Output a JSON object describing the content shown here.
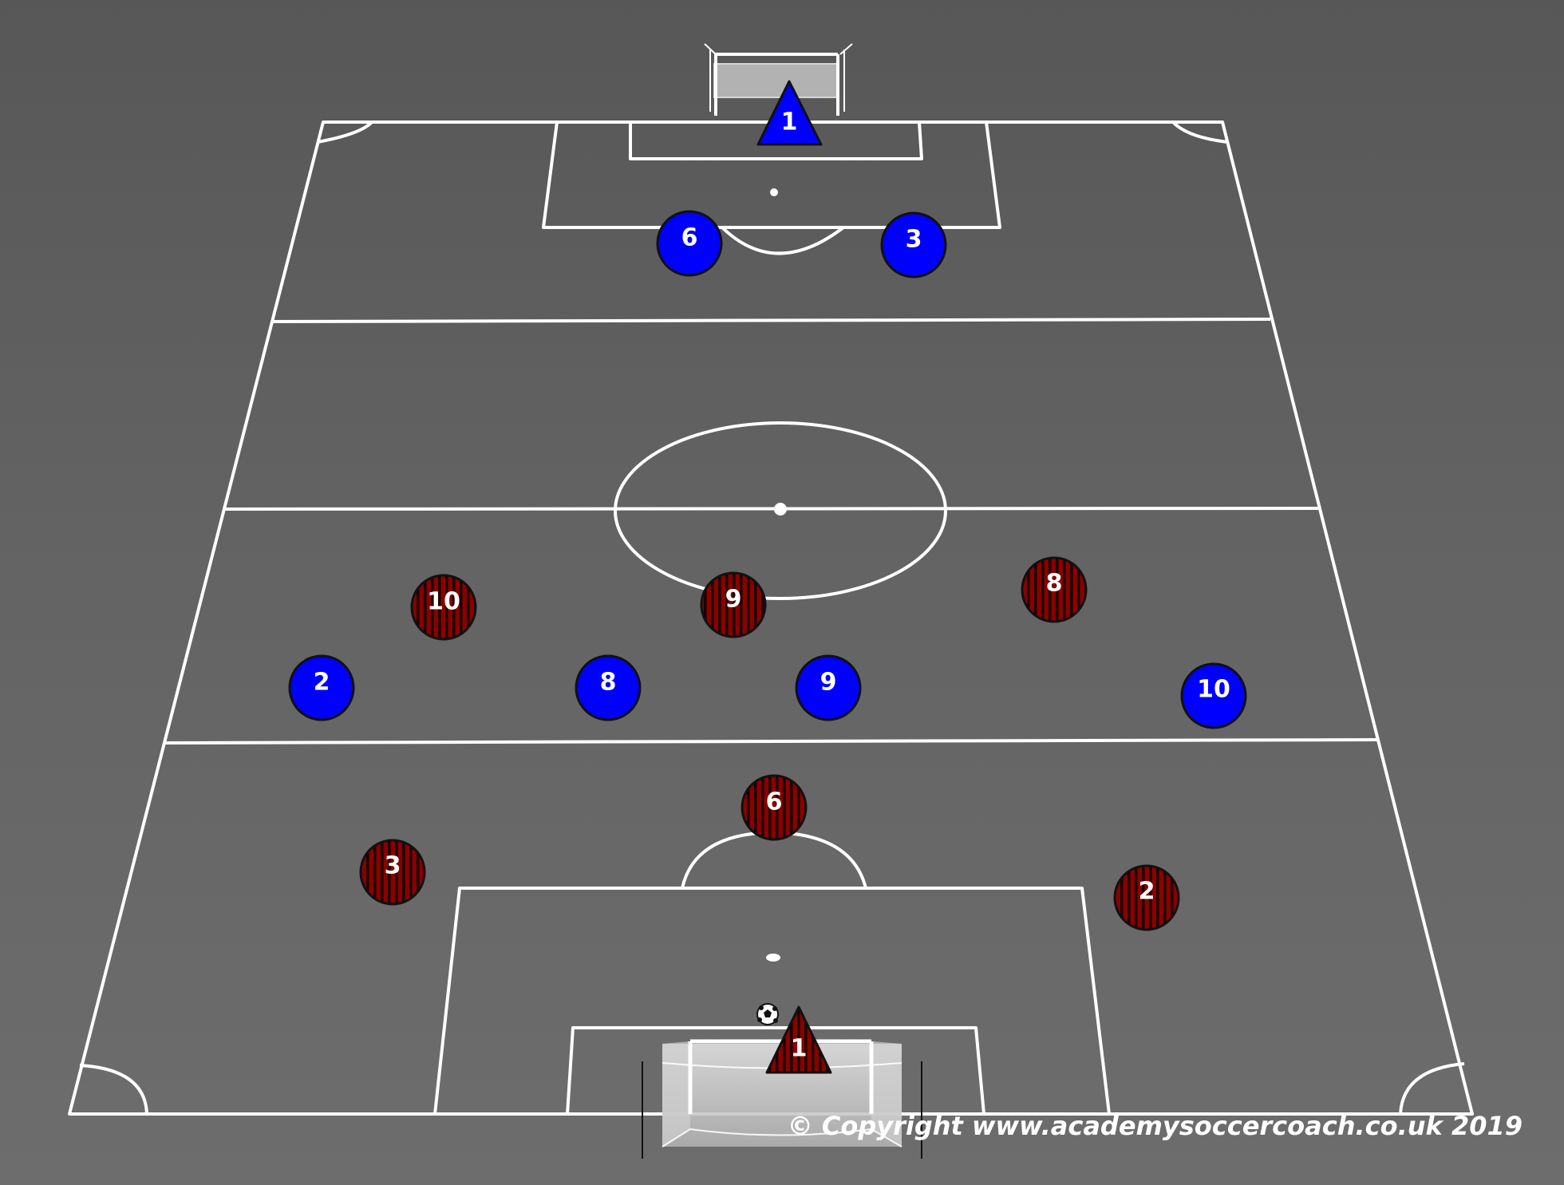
{
  "copyright": "© Copyright www.academysoccercoach.co.uk 2019",
  "colors": {
    "pitch_line": "#ffffff",
    "blue_team": "#0000ff",
    "red_team": "#7a0000",
    "red_stripe": "#1a0000",
    "outline": "#111111"
  },
  "players": {
    "blue_goalkeeper": "1",
    "blue_6": "6",
    "blue_3": "3",
    "blue_2": "2",
    "blue_8": "8",
    "blue_9": "9",
    "blue_10": "10",
    "red_goalkeeper": "1",
    "red_10": "10",
    "red_9": "9",
    "red_8": "8",
    "red_6": "6",
    "red_3": "3",
    "red_2": "2"
  },
  "ball_icon": "soccer-ball-icon"
}
